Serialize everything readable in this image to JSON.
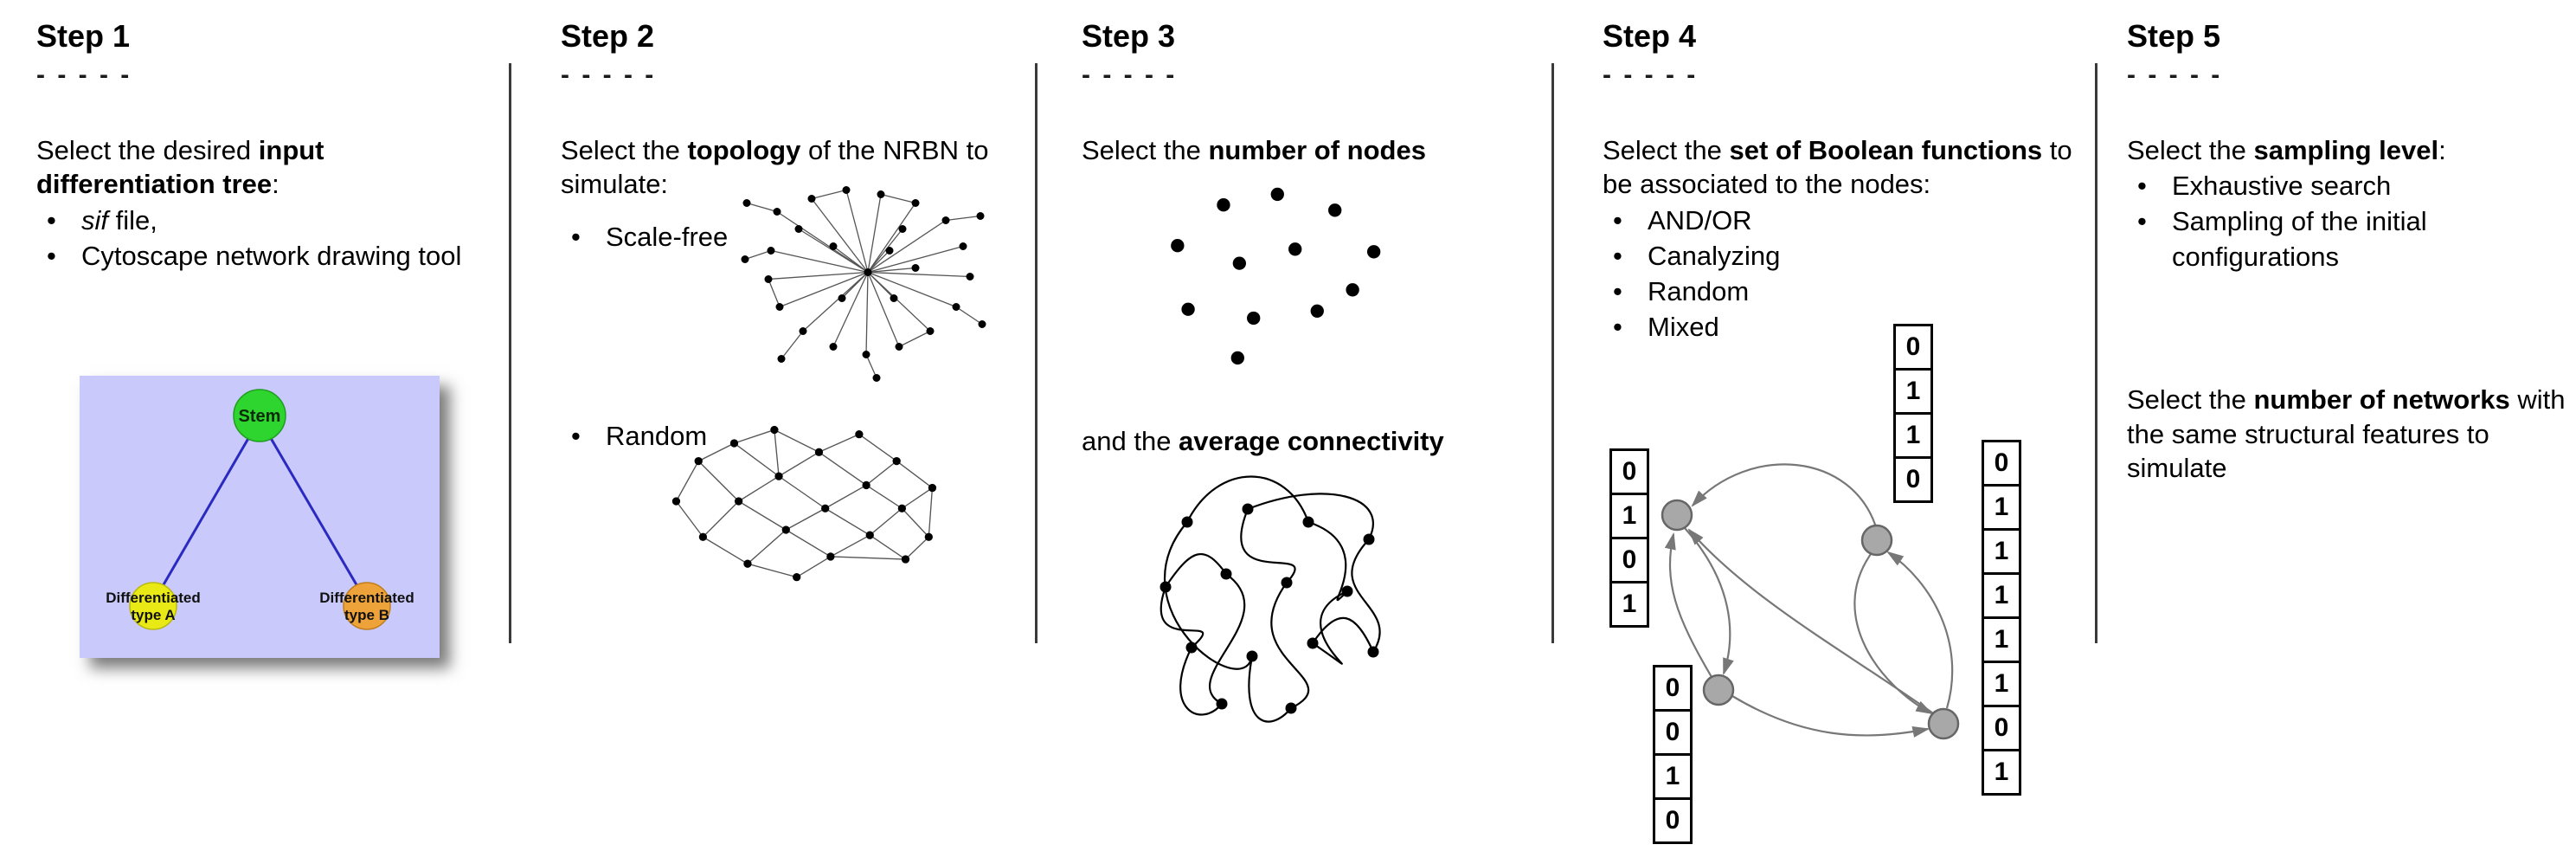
{
  "steps": [
    {
      "title": "Step 1",
      "dashes": "- - - - -",
      "intro": {
        "pre": "Select the desired ",
        "bold": "input differentiation tree",
        "post": ":"
      },
      "bullets": {
        "b1_italic": "sif",
        "b1_rest": " file,",
        "b2": "Cytoscape network drawing tool"
      },
      "tree": {
        "stem_label": "Stem",
        "type_a_line1": "Differentiated",
        "type_a_line2": "type A",
        "type_b_line1": "Differentiated",
        "type_b_line2": "type B",
        "colors": {
          "background": "#c9c9fb",
          "stem": "#2fd52f",
          "type_a": "#e9e916",
          "type_b": "#eda339",
          "edge": "#2a2ac0"
        }
      }
    },
    {
      "title": "Step 2",
      "dashes": "- - - - -",
      "intro": {
        "pre": "Select the ",
        "bold": "topology",
        "post": " of the NRBN to simulate:"
      },
      "bullets": {
        "b1": "Scale-free",
        "b2": "Random"
      }
    },
    {
      "title": "Step 3",
      "dashes": "- - - - -",
      "intro": {
        "pre": "Select the ",
        "bold": "number of nodes",
        "post": ""
      },
      "mid": {
        "pre": "and the ",
        "bold": "average connectivity",
        "post": ""
      }
    },
    {
      "title": "Step 4",
      "dashes": "- - - - -",
      "intro": {
        "pre": "Select the ",
        "bold": "set of Boolean functions",
        "post": " to be associated to the nodes:"
      },
      "bullets": [
        "AND/OR",
        "Canalyzing",
        "Random",
        "Mixed"
      ],
      "truth_tables": {
        "left": [
          "0",
          "1",
          "0",
          "1"
        ],
        "top": [
          "0",
          "1",
          "1",
          "0"
        ],
        "bottom": [
          "0",
          "0",
          "1",
          "0"
        ],
        "right": [
          "0",
          "1",
          "1",
          "1",
          "1",
          "1",
          "0",
          "1"
        ]
      },
      "node_color": "#a8a8a8"
    },
    {
      "title": "Step 5",
      "dashes": "- - - - -",
      "intro": {
        "pre": "Select the ",
        "bold": "sampling level",
        "post": ":"
      },
      "bullets": [
        "Exhaustive search",
        "Sampling of the initial configurations"
      ],
      "second": {
        "pre": "Select the ",
        "bold": "number of networks",
        "post": " with the same structural features to simulate"
      }
    }
  ]
}
